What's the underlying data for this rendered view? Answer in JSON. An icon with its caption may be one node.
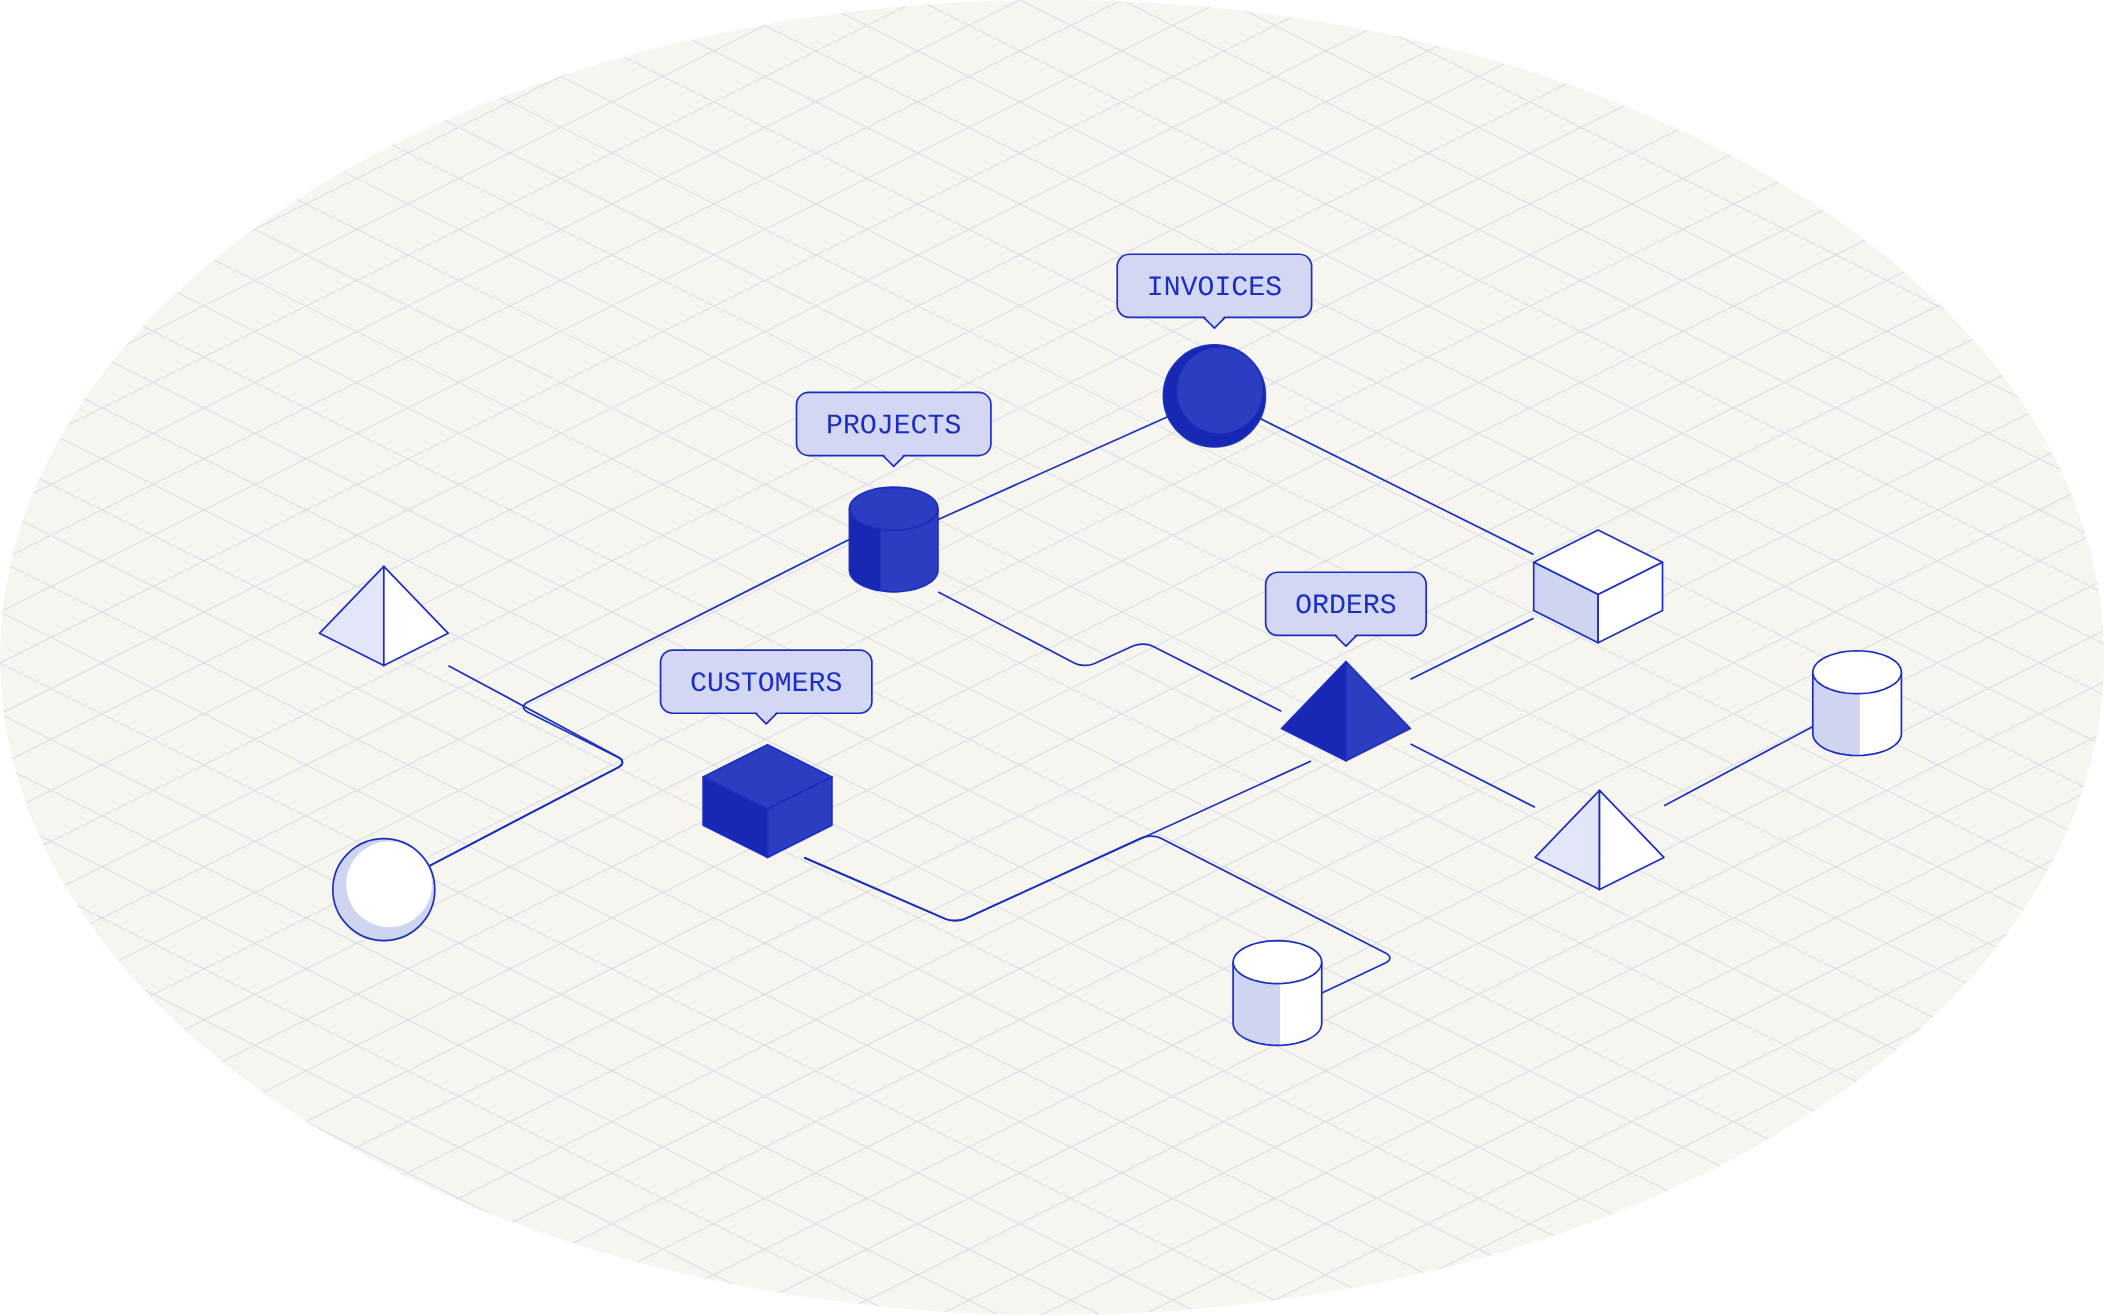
{
  "diagram": {
    "nodes": [
      {
        "text": [
          "INVOICES"
        ]
      },
      {
        "text": [],
        "shape": "sphere"
      },
      {
        "text": [
          "PROJECTS"
        ]
      },
      {
        "text": [],
        "shape": "cylinder"
      },
      {
        "text": [
          "ORDERS"
        ]
      },
      {
        "text": [],
        "shape": "pyramid"
      },
      {
        "text": [
          "CUSTOMERS"
        ]
      },
      {
        "text": [],
        "shape": "cube"
      },
      {
        "text": [],
        "shape": "pyramid"
      },
      {
        "text": [],
        "shape": "sphere"
      },
      {
        "text": [],
        "shape": "cube"
      },
      {
        "text": [],
        "shape": "cylinder"
      },
      {
        "text": [],
        "shape": "pyramid"
      },
      {
        "text": [],
        "shape": "cylinder"
      }
    ],
    "edges": [
      {
        "from": 1,
        "to": 3,
        "arrow": "none"
      },
      {
        "from": 1,
        "to": 10,
        "arrow": "none"
      },
      {
        "from": 3,
        "to": 9,
        "arrow": "none"
      },
      {
        "from": 8,
        "to": 9,
        "arrow": "none"
      },
      {
        "from": 3,
        "to": 5,
        "arrow": "none"
      },
      {
        "from": 5,
        "to": 12,
        "arrow": "none"
      },
      {
        "from": 5,
        "to": 10,
        "arrow": "none"
      },
      {
        "from": 12,
        "to": 11,
        "arrow": "none"
      },
      {
        "from": 7,
        "to": 5,
        "arrow": "none"
      },
      {
        "from": 7,
        "to": 13,
        "arrow": "none"
      }
    ]
  }
}
